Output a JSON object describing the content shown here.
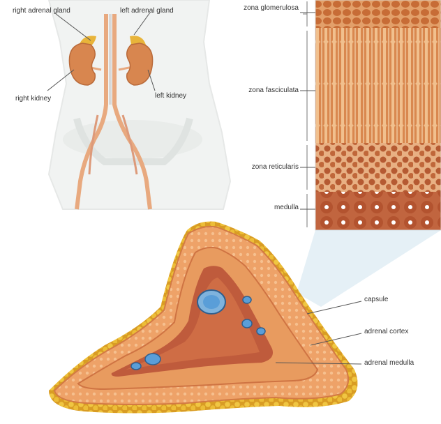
{
  "labels": {
    "right_adrenal_gland": "right adrenal gland",
    "left_adrenal_gland": "left adrenal gland",
    "right_kidney": "right kidney",
    "left_kidney": "left kidney",
    "zona_glomerulosa": "zona glomerulosa",
    "zona_fasciculata": "zona fasciculata",
    "zona_reticularis": "zona reticularis",
    "medulla": "medulla",
    "capsule": "capsule",
    "adrenal_cortex": "adrenal cortex",
    "adrenal_medulla": "adrenal medulla"
  },
  "colors": {
    "body_outline": "#eef0ef",
    "kidney": "#d8864f",
    "adrenal_gland": "#e8b43a",
    "vessel": "#e9b38e",
    "cortex_outer": "#f0a970",
    "cortex_inner": "#e69456",
    "medulla": "#b5533a",
    "fat": "#e5b432",
    "blood_vessel": "#5a9ed8",
    "histology_glomerulosa": "#c9713c",
    "histology_fasciculata": "#d88a52",
    "histology_reticularis": "#b85e34",
    "histology_medulla": "#b95d3a",
    "leader_line": "#555555"
  }
}
